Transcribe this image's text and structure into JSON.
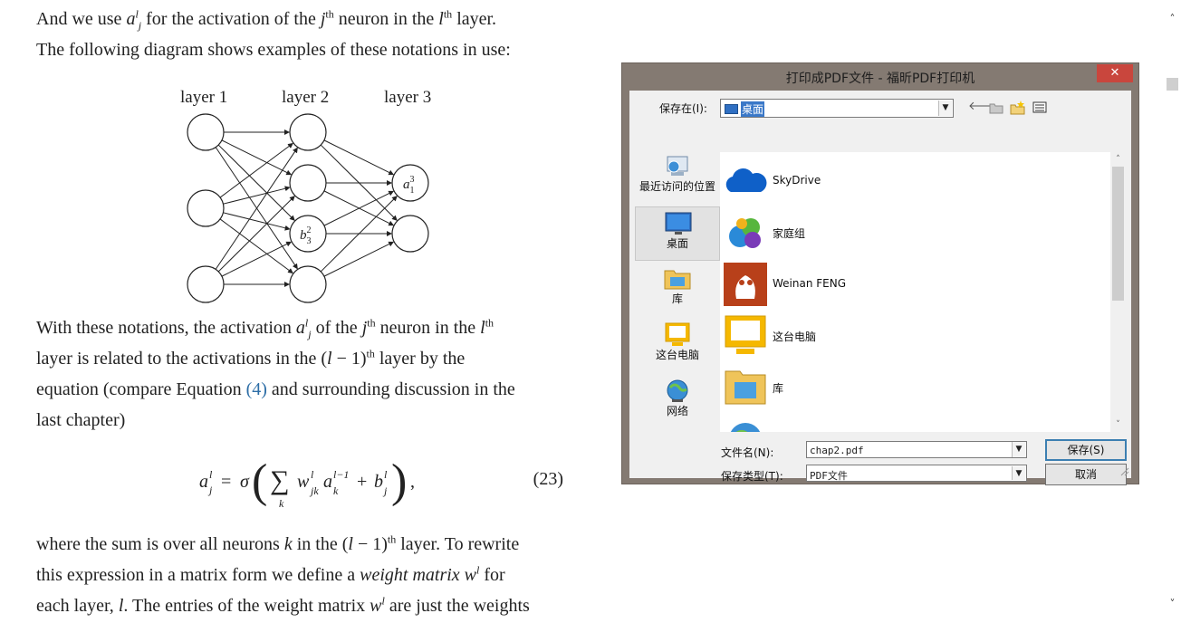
{
  "article": {
    "line1_a": "And we use ",
    "line1_b": " for the activation of the ",
    "line1_c": " neuron in the ",
    "line1_d": " layer.",
    "line2": "The following diagram shows examples of these notations in use:",
    "diagram": {
      "layer_labels": [
        "layer 1",
        "layer 2",
        "layer 3"
      ],
      "node_labels": {
        "a": "a",
        "a_sup": "3",
        "a_sub": "1",
        "b": "b",
        "b_sup": "2",
        "b_sub": "3"
      }
    },
    "p2_l1_a": "With these notations, the activation ",
    "p2_l1_b": " of the ",
    "p2_l1_c": " neuron in the ",
    "p2_l2_a": "layer is related to the activations in the ",
    "p2_l2_b": " layer by the",
    "p2_l3_a": "equation (compare Equation ",
    "p2_l3_link": "(4)",
    "p2_l3_b": " and surrounding discussion in the",
    "p2_l4": "last chapter)",
    "equation_number": "(23)",
    "p3_l1_a": "where the sum is over all neurons ",
    "p3_l1_b": " in the ",
    "p3_l1_c": " layer. To rewrite",
    "p3_l2_a": "this expression in a matrix form we define a ",
    "p3_l2_em": "weight matrix",
    "p3_l2_b": " for",
    "p3_l3_a": "each layer, ",
    "p3_l3_b": ". The entries of the weight matrix ",
    "p3_l3_c": " are just the weights"
  },
  "dialog": {
    "title": "打印成PDF文件 - 福昕PDF打印机",
    "close_glyph": "✕",
    "save_in_label": "保存在(I):",
    "save_in_value": "桌面",
    "places": [
      "最近访问的位置",
      "桌面",
      "库",
      "这台电脑",
      "网络"
    ],
    "files": [
      "SkyDrive",
      "家庭组",
      "Weinan FENG",
      "这台电脑",
      "库"
    ],
    "filename_label": "文件名(N):",
    "filename_value": "chap2.pdf",
    "filetype_label": "保存类型(T):",
    "filetype_value": "PDF文件",
    "save_button": "保存(S)",
    "cancel_button": "取消"
  },
  "colors": {
    "dialog_frame": "#847a72",
    "close_red": "#c9463d",
    "link_blue": "#2c6da6"
  },
  "icons": [
    "back-arrow-icon",
    "up-folder-icon",
    "new-folder-icon",
    "view-menu-icon",
    "recent-places-icon",
    "desktop-icon",
    "library-icon",
    "computer-icon",
    "network-icon",
    "skydrive-icon",
    "homegroup-icon",
    "user-icon",
    "scroll-up-icon",
    "scroll-down-icon"
  ]
}
